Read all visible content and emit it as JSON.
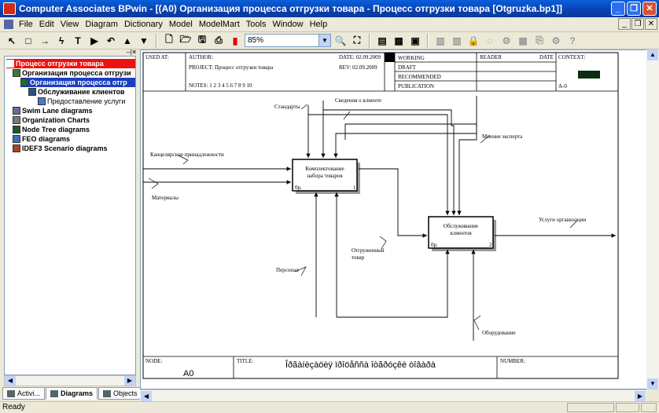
{
  "window": {
    "title": "Computer Associates BPwin - [(A0) Организация процесса отгрузки товара - Процесс отгрузки товара  [Otgruzka.bp1]]"
  },
  "menu": [
    "File",
    "Edit",
    "View",
    "Diagram",
    "Dictionary",
    "Model",
    "ModelMart",
    "Tools",
    "Window",
    "Help"
  ],
  "toolbar": {
    "zoom_value": "85%"
  },
  "tree": {
    "items": [
      {
        "label": "Процесс отгрузки товара",
        "state": "selected-red"
      },
      {
        "label": "Организация процесса отгрузи",
        "state": "normal"
      },
      {
        "label": "Организация процесса отгр",
        "state": "selected-blue"
      },
      {
        "label": "Обслуживание клиентов",
        "state": "normal"
      },
      {
        "label": "Предоставление услуги",
        "state": "plain"
      },
      {
        "label": "Swim Lane diagrams",
        "state": "normal"
      },
      {
        "label": "Organization Charts",
        "state": "normal"
      },
      {
        "label": "Node Tree diagrams",
        "state": "normal"
      },
      {
        "label": "FEO diagrams",
        "state": "normal"
      },
      {
        "label": "IDEF3 Scenario diagrams",
        "state": "normal"
      }
    ]
  },
  "tabs": [
    {
      "label": "Activi...",
      "active": false
    },
    {
      "label": "Diagrams",
      "active": true
    },
    {
      "label": "Objects",
      "active": false
    }
  ],
  "header": {
    "used_at": "USED AT:",
    "author": "AUTHOR:",
    "project": "PROJECT:  Процесс отгрузки товара",
    "date": "DATE: 02.09.2009",
    "rev": "REV:   02.09.2009",
    "notes": "NOTES:  1  2  3  4  5  6  7  8  9  10",
    "working": "WORKING",
    "draft": "DRAFT",
    "recommended": "RECOMMENDED",
    "publication": "PUBLICATION",
    "reader": "READER",
    "date_col": "DATE",
    "context": "CONTEXT:",
    "node_ref": "A-0"
  },
  "footer": {
    "node_label": "NODE:",
    "node_value": "A0",
    "title_label": "TITLE:",
    "title_value": "Îðãàíèçàöèÿ ïðîöåññà  îòãðóçêè òîâàðà",
    "number_label": "NUMBER:"
  },
  "activities": [
    {
      "name": "Комплектование набора товаров",
      "line1": "Комплектование",
      "line2": "набора товаров",
      "code": "0р.",
      "num": "1"
    },
    {
      "name": "Обслуживание клиентов",
      "line1": "Обслуживание",
      "line2": "клиентов",
      "code": "0р.",
      "num": "2"
    }
  ],
  "arrows": {
    "standards": "Стандарты",
    "client_info": "Сведения о клиенте",
    "expert": "Мнение эксперта",
    "office": "Канцелярские принадлежности",
    "materials": "Материалы",
    "shipped": "Отгруженный",
    "shipped2": "товар",
    "personnel": "Персонал",
    "services": "Услуги организации",
    "equipment": "Оборудование"
  },
  "status": {
    "text": "Ready"
  }
}
